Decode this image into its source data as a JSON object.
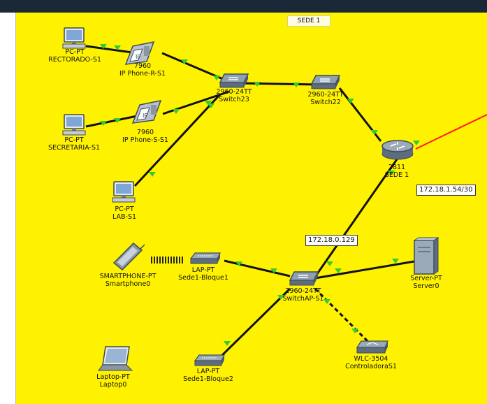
{
  "area_title": "SEDE 1",
  "devices": {
    "pc_rectorado": {
      "model": "PC-PT",
      "name": "RECTORADO-S1",
      "icon": "desktop-pc-icon"
    },
    "phone_r": {
      "model": "7960",
      "name": "IP Phone-R-S1",
      "icon": "ip-phone-icon"
    },
    "switch23": {
      "model": "2960-24TT",
      "name": "Switch23",
      "icon": "switch-icon"
    },
    "switch22": {
      "model": "2960-24TT",
      "name": "Switch22",
      "icon": "switch-icon"
    },
    "pc_secretaria": {
      "model": "PC-PT",
      "name": "SECRETARIA-S1",
      "icon": "desktop-pc-icon"
    },
    "phone_s": {
      "model": "7960",
      "name": "IP Phone-S-S1",
      "icon": "ip-phone-icon"
    },
    "router": {
      "model": "2811",
      "name": "SEDE 1",
      "icon": "router-icon"
    },
    "pc_lab": {
      "model": "PC-PT",
      "name": "LAB-S1",
      "icon": "desktop-pc-icon"
    },
    "smartphone": {
      "model": "SMARTPHONE-PT",
      "name": "Smartphone0",
      "icon": "smartphone-icon"
    },
    "ap1": {
      "model": "LAP-PT",
      "name": "Sede1-Bloque1",
      "icon": "access-point-icon"
    },
    "switch_ap": {
      "model": "2960-24TT",
      "name": "SwitchAP-S1",
      "icon": "switch-icon"
    },
    "server": {
      "model": "Server-PT",
      "name": "Server0",
      "icon": "server-icon"
    },
    "laptop": {
      "model": "Laptop-PT",
      "name": "Laptop0",
      "icon": "laptop-icon"
    },
    "ap2": {
      "model": "LAP-PT",
      "name": "Sede1-Bloque2",
      "icon": "access-point-icon"
    },
    "wlc": {
      "model": "WLC-3504",
      "name": "ControladoraS1",
      "icon": "wireless-controller-icon"
    }
  },
  "ip_labels": {
    "router_wan": "172.18.1.54/30",
    "switch_ap_link": "172.18.0.129"
  },
  "colors": {
    "workspace": "#fff200",
    "link": "#111111",
    "link_up_arrow": "#33cc33",
    "wan_link": "#ff1a1a",
    "top_bar": "#1b2838"
  }
}
